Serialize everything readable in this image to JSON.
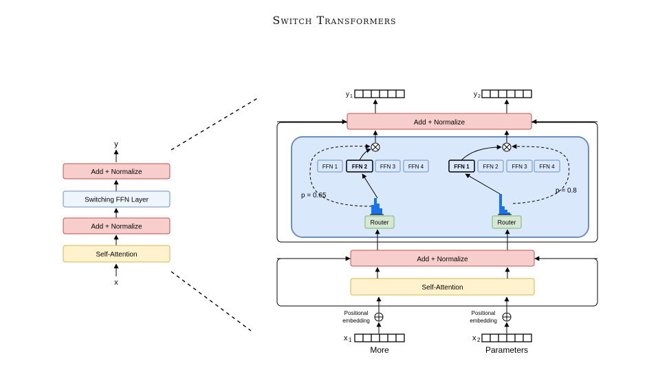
{
  "header": {
    "title": "Switch Transformers"
  },
  "left_stack": {
    "output_label": "y",
    "input_label": "x",
    "blocks": [
      "Add + Normalize",
      "Switching FFN Layer",
      "Add + Normalize",
      "Self-Attention"
    ]
  },
  "right": {
    "top_add_norm": "Add + Normalize",
    "bottom_add_norm": "Add + Normalize",
    "self_attention": "Self-Attention",
    "outputs": [
      {
        "label": "y",
        "sub": "1"
      },
      {
        "label": "y",
        "sub": "2"
      }
    ],
    "inputs": [
      {
        "label": "x",
        "sub": "1"
      },
      {
        "label": "x",
        "sub": "2"
      }
    ],
    "tokens": [
      "More",
      "Parameters"
    ],
    "positional": [
      "Positional",
      "embedding"
    ],
    "router_label": "Router",
    "ffn_left": [
      "FFN 1",
      "FFN 2",
      "FFN 3",
      "FFN 4"
    ],
    "ffn_right": [
      "FFN 1",
      "FFN 2",
      "FFN 3",
      "FFN 4"
    ],
    "prob_left": "p = 0.65",
    "prob_right": "p = 0.8"
  },
  "colors": {
    "add_norm_fill": "#f8cecc",
    "add_norm_stroke": "#b85450",
    "ffn_layer_fill": "#dae8fc",
    "ffn_layer_stroke": "#6c8ebf",
    "attention_fill": "#fff2cc",
    "attention_stroke": "#d6b656",
    "router_fill": "#d5e8d4",
    "router_stroke": "#82b366",
    "switch_region_fill": "#dae8fc",
    "switch_region_stroke": "#6c8ebf",
    "histogram": "#1a73e8"
  }
}
